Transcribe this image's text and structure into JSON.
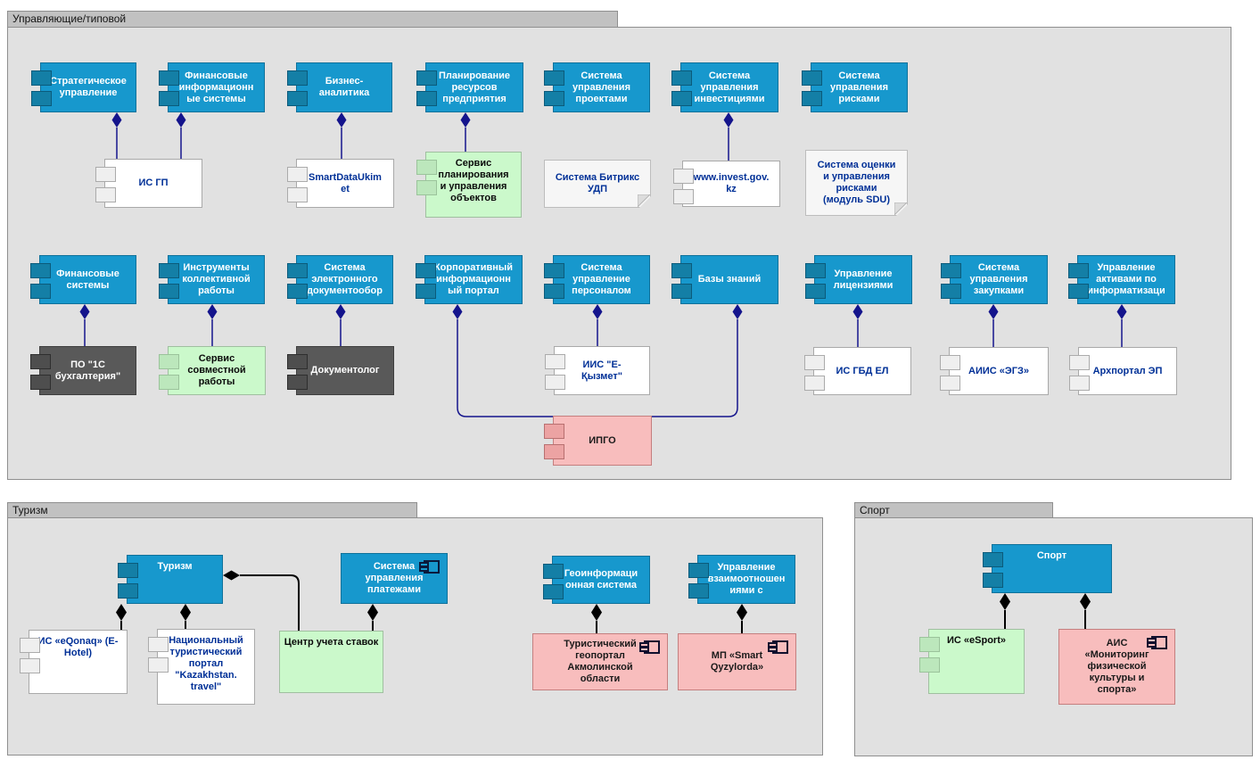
{
  "palette": {
    "component_primary_blue": "#1798CD",
    "component_white": "#FFFFFF",
    "component_green": "#CBF9CB",
    "component_dark_gray": "#595959",
    "component_pink": "#F8BDBD",
    "note_background": "#F6F6F6",
    "package_body": "#E1E1E1",
    "package_tab": "#C1C1C1",
    "connector_primary": "#14148C",
    "connector_secondary": "#000000",
    "label_on_light": "#003097"
  },
  "packages": [
    {
      "name": "Управляющие/типовой",
      "components": [
        {
          "label": "Стратегическое\nуправление",
          "kind": "component"
        },
        {
          "label": "Финансовые\nинформационн\nые системы",
          "kind": "component"
        },
        {
          "label": "Бизнес-\nаналитика",
          "kind": "component"
        },
        {
          "label": "Планирование\nресурсов\nпредприятия",
          "kind": "component"
        },
        {
          "label": "Система\nуправления\nпроектами",
          "kind": "component"
        },
        {
          "label": "Система\nуправления\nинвестициями",
          "kind": "component"
        },
        {
          "label": "Система\nуправления\nрисками",
          "kind": "component"
        },
        {
          "label": "ИС ГП",
          "kind": "component"
        },
        {
          "label": "SmartDataUkim\net",
          "kind": "component"
        },
        {
          "label": "Сервис\nпланирования\nи управления\nобъектов",
          "kind": "component"
        },
        {
          "label": "Система Битрикс\nУДП",
          "kind": "note"
        },
        {
          "label": "www.invest.gov.\nkz",
          "kind": "component"
        },
        {
          "label": "Система оценки\nи управления\nрисками\n(модуль SDU)",
          "kind": "note"
        },
        {
          "label": "Финансовые\nсистемы",
          "kind": "component"
        },
        {
          "label": "Инструменты\nколлективной\nработы",
          "kind": "component"
        },
        {
          "label": "Система\nэлектронного\nдокументообор",
          "kind": "component"
        },
        {
          "label": "Корпоративный\nинформационн\nый портал",
          "kind": "component"
        },
        {
          "label": "Система\nуправление\nперсоналом",
          "kind": "component"
        },
        {
          "label": "Базы знаний",
          "kind": "component"
        },
        {
          "label": "Управление\nлицензиями",
          "kind": "component"
        },
        {
          "label": "Система\nуправления\nзакупками",
          "kind": "component"
        },
        {
          "label": "Управление\nактивами по\nинформатизаци",
          "kind": "component"
        },
        {
          "label": "ПО \"1С\nбухгалтерия\"",
          "kind": "component"
        },
        {
          "label": "Сервис\nсовместной\nработы",
          "kind": "component"
        },
        {
          "label": "Документолог",
          "kind": "component"
        },
        {
          "label": "ИИС \"Е-\nҚызмет\"",
          "kind": "component"
        },
        {
          "label": "ИС ГБД ЕЛ",
          "kind": "component"
        },
        {
          "label": "АИИС «ЭГЗ»",
          "kind": "component"
        },
        {
          "label": "Архпортал ЭП",
          "kind": "component"
        },
        {
          "label": "ИПГО",
          "kind": "component"
        }
      ]
    },
    {
      "name": "Туризм",
      "components": [
        {
          "label": "Туризм",
          "kind": "component"
        },
        {
          "label": "Система\nуправления\nплатежами",
          "kind": "component"
        },
        {
          "label": "Геоинформаци\nонная система",
          "kind": "component"
        },
        {
          "label": "Управление\nвзаимоотношен\nиями с",
          "kind": "component"
        },
        {
          "label": "ИС «eQonaq» (E-\nHotel)",
          "kind": "component"
        },
        {
          "label": "Национальный\nтуристический\nпортал\n\"Kazakhstan.\ntravel\"",
          "kind": "component"
        },
        {
          "label": "Центр учета ставок",
          "kind": "component"
        },
        {
          "label": "Туристический\nгеопортал\nАкмолинской\nобласти",
          "kind": "component"
        },
        {
          "label": "МП «Smart\nQyzylorda»",
          "kind": "component"
        }
      ]
    },
    {
      "name": "Спорт",
      "components": [
        {
          "label": "Спорт",
          "kind": "component"
        },
        {
          "label": "ИС «eSport»",
          "kind": "component"
        },
        {
          "label": "АИС\n«Мониторинг\nфизической\nкультуры и\nспорта»",
          "kind": "component"
        }
      ]
    }
  ]
}
